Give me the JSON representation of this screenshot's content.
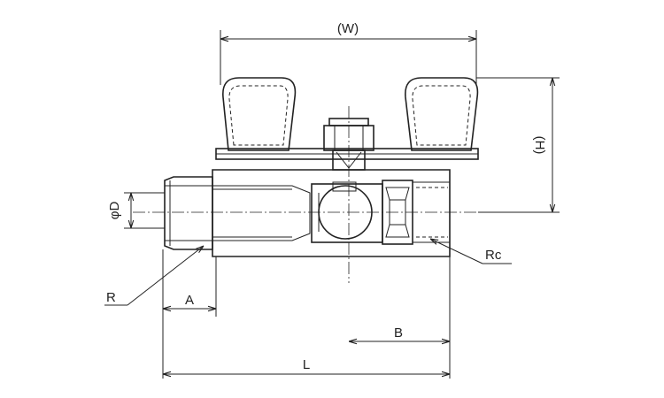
{
  "labels": {
    "width": "(W)",
    "height": "(H)",
    "diameter": "φD",
    "thread_r": "R",
    "thread_rc": "Rc",
    "dim_a": "A",
    "dim_b": "B",
    "dim_l": "L"
  }
}
